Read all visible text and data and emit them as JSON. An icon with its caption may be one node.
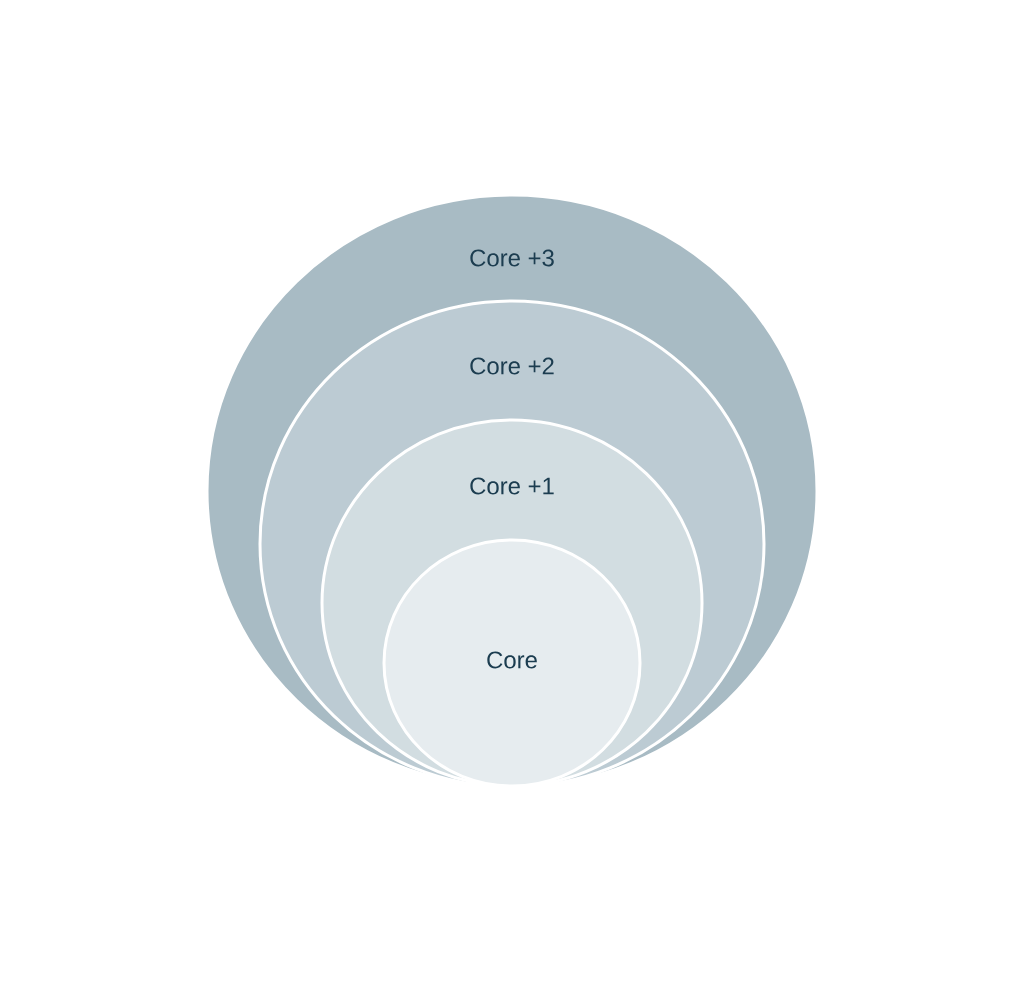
{
  "diagram": {
    "nodes": [
      {
        "text": [
          "Core +3"
        ]
      },
      {
        "text": [
          "Core +2"
        ],
        "in": 0
      },
      {
        "text": [
          "Core +1"
        ],
        "in": 1
      },
      {
        "text": [
          "Core"
        ],
        "in": 2
      }
    ]
  }
}
